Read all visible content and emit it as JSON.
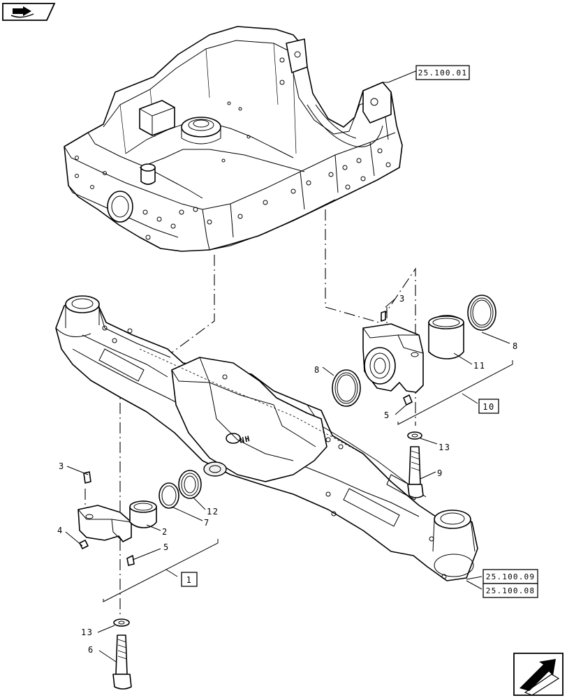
{
  "references": {
    "frame": "25.100.01",
    "axle_top": "25.100.09",
    "axle_bottom": "25.100.08"
  },
  "groups": {
    "left_kit": "1",
    "right_kit": "10"
  },
  "callouts": {
    "c3_top": "3",
    "c8_right": "8",
    "c8_left": "8",
    "c11": "11",
    "c5_right": "5",
    "c13_right": "13",
    "c9": "9",
    "c3_left": "3",
    "c4": "4",
    "c2": "2",
    "c7": "7",
    "c12": "12",
    "c5_left": "5",
    "c13_left": "13",
    "c6": "6"
  },
  "icons": {
    "top_left": "book-arrow-icon",
    "bottom_right": "next-page-arrow-icon"
  }
}
